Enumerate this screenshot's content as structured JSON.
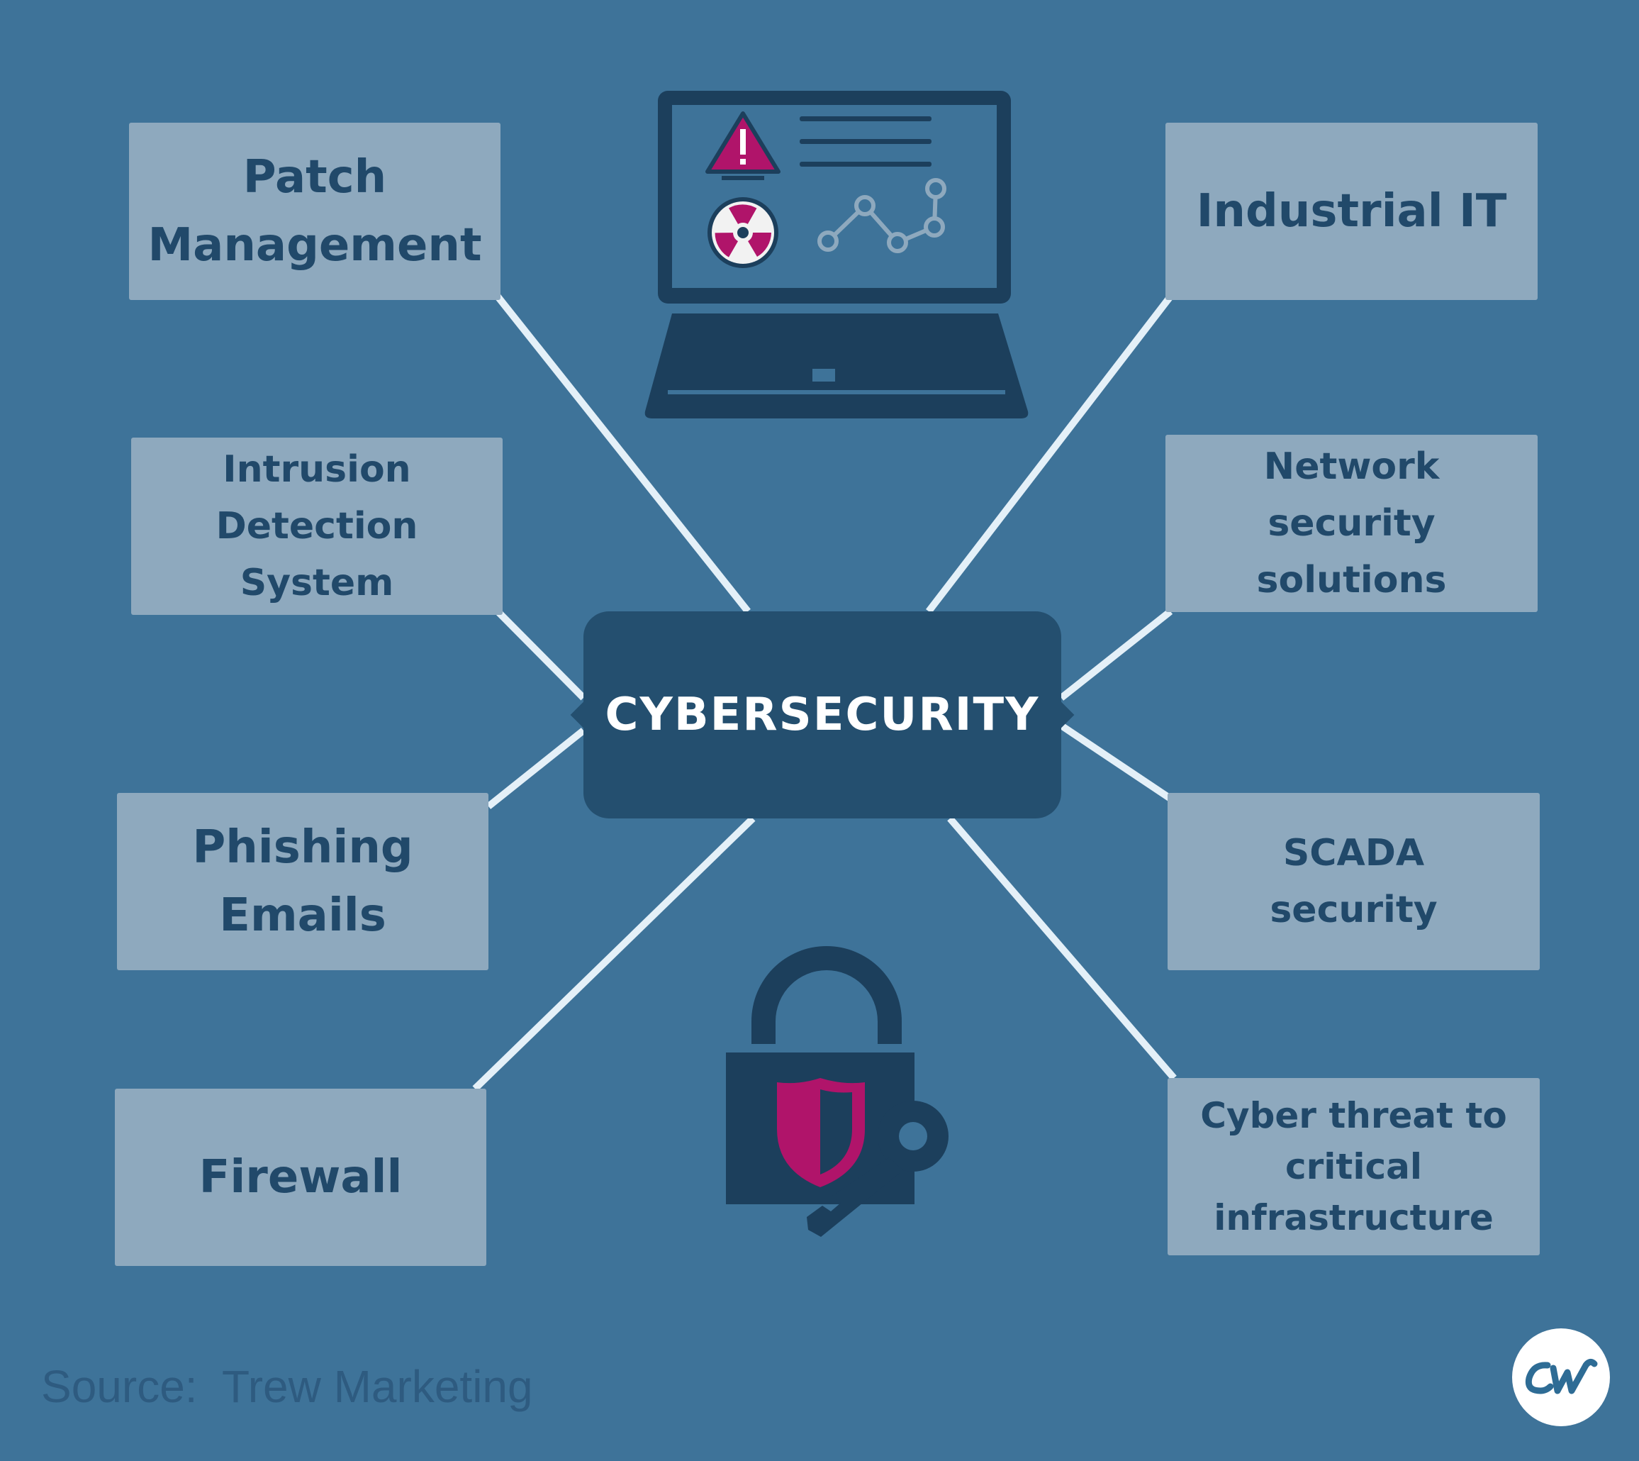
{
  "center": {
    "label": "CYBERSECURITY"
  },
  "topics": {
    "patch_management": "Patch\nManagement",
    "industrial_it": "Industrial IT",
    "intrusion_detection": "Intrusion\nDetection\nSystem",
    "network_security": "Network\nsecurity\nsolutions",
    "phishing_emails": "Phishing\nEmails",
    "scada_security": "SCADA\nsecurity",
    "firewall": "Firewall",
    "cyber_threat": "Cyber threat to\ncritical\ninfrastructure"
  },
  "source": "Source:  Trew Marketing",
  "logo": {
    "lettering": "cw"
  },
  "icons": [
    "laptop-icon",
    "warning-icon",
    "radiation-icon",
    "line-chart-icon",
    "padlock-icon",
    "shield-icon",
    "key-icon"
  ],
  "colors": {
    "background": "#3e7399",
    "box": "#8ea9be",
    "box_text": "#21496a",
    "center": "#244f6f",
    "connector": "#e4f0f8",
    "accent": "#b0146a",
    "dark_icon": "#1c3f5c"
  }
}
